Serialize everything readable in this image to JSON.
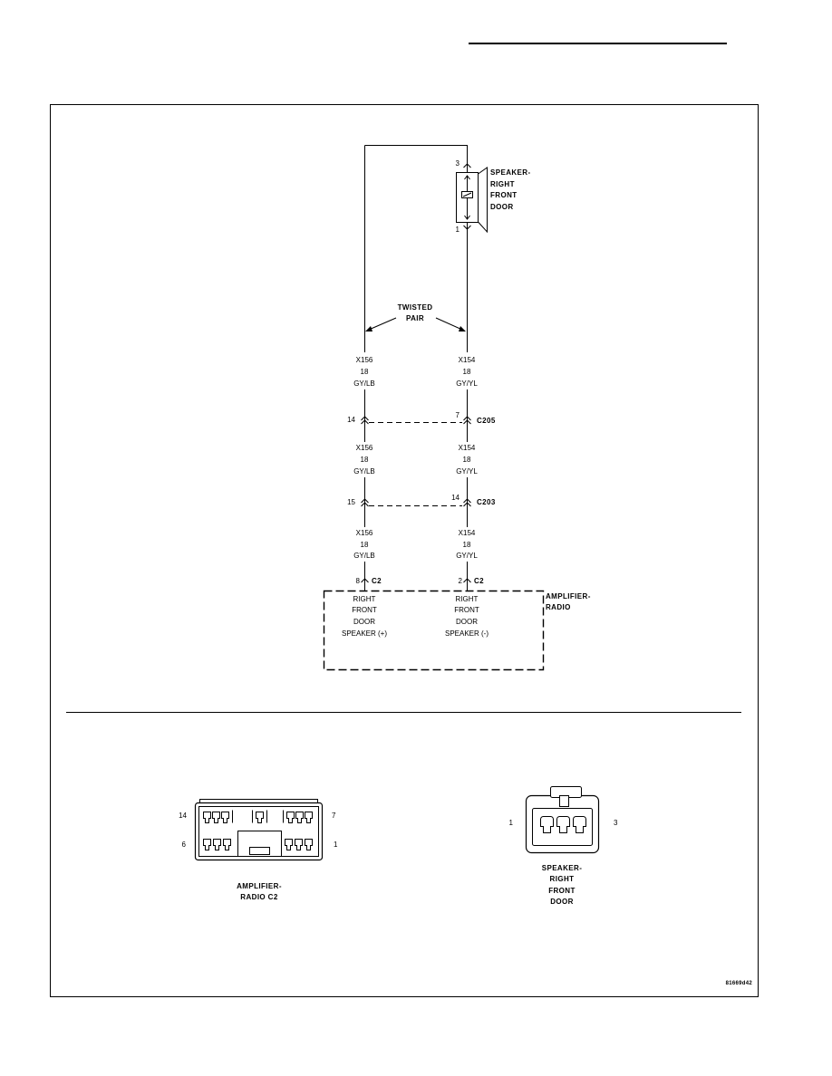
{
  "speaker_component": {
    "lines": [
      "SPEAKER-",
      "RIGHT",
      "FRONT",
      "DOOR"
    ],
    "pin_top": "3",
    "pin_bottom": "1"
  },
  "twisted_pair": {
    "lines": [
      "TWISTED",
      "PAIR"
    ]
  },
  "wire_labels": [
    {
      "left": [
        "X156",
        "18",
        "GY/LB"
      ],
      "right": [
        "X154",
        "18",
        "GY/YL"
      ]
    },
    {
      "left": [
        "X156",
        "18",
        "GY/LB"
      ],
      "right": [
        "X154",
        "18",
        "GY/YL"
      ]
    },
    {
      "left": [
        "X156",
        "18",
        "GY/LB"
      ],
      "right": [
        "X154",
        "18",
        "GY/YL"
      ]
    }
  ],
  "connectors": [
    {
      "name": "C205",
      "left_pin": "14",
      "right_pin": "7"
    },
    {
      "name": "C203",
      "left_pin": "15",
      "right_pin": "14"
    }
  ],
  "amplifier": {
    "lines": [
      "AMPLIFIER-",
      "RADIO"
    ],
    "left_pin": "8",
    "left_conn": "C2",
    "right_pin": "2",
    "right_conn": "C2",
    "left_label": [
      "RIGHT",
      "FRONT",
      "DOOR",
      "SPEAKER (+)"
    ],
    "right_label": [
      "RIGHT",
      "FRONT",
      "DOOR",
      "SPEAKER (-)"
    ]
  },
  "connector_views": {
    "amp_c2": {
      "lines": [
        "AMPLIFIER-",
        "RADIO C2"
      ],
      "pin_tl": "14",
      "pin_tr": "7",
      "pin_bl": "6",
      "pin_br": "1"
    },
    "speaker": {
      "lines": [
        "SPEAKER-",
        "RIGHT",
        "FRONT",
        "DOOR"
      ],
      "pin_left": "1",
      "pin_right": "3"
    }
  },
  "figure_code": "81669d42"
}
